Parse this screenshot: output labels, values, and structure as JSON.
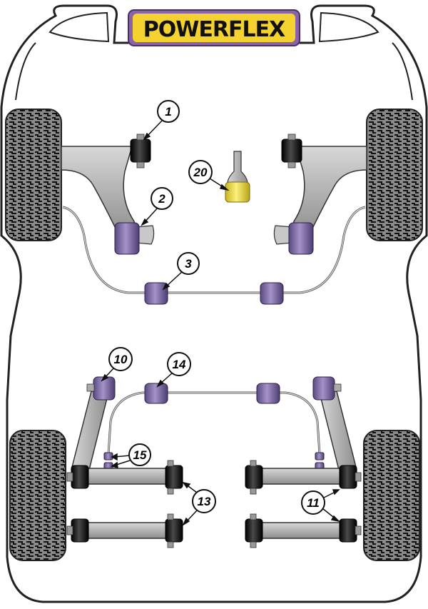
{
  "brand": {
    "name": "POWERFLEX",
    "badge_color": "#8a63a8",
    "text_color": "#f4d230"
  },
  "colors": {
    "bushing_purple": "#8a76b0",
    "bushing_black": "#1a1a1a",
    "bushing_yellow": "#f2e14a",
    "arm_grey": "#b5b5b5",
    "tyre_grey": "#777777"
  },
  "callouts": [
    {
      "id": "1",
      "label": "1"
    },
    {
      "id": "2",
      "label": "2"
    },
    {
      "id": "3",
      "label": "3"
    },
    {
      "id": "20",
      "label": "20"
    },
    {
      "id": "10",
      "label": "10"
    },
    {
      "id": "14",
      "label": "14"
    },
    {
      "id": "15",
      "label": "15"
    },
    {
      "id": "13",
      "label": "13"
    },
    {
      "id": "11",
      "label": "11"
    }
  ]
}
